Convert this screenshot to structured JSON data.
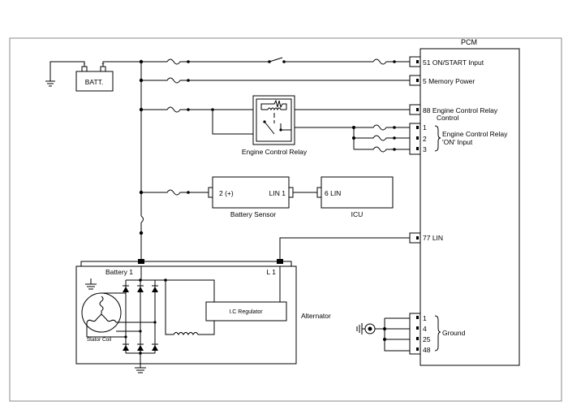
{
  "components": {
    "battery": "BATT.",
    "battery_plus": "+",
    "battery_minus": "-",
    "pcm": "PCM",
    "relay": "Engine Control Relay",
    "battery_sensor": "Battery Sensor",
    "icu": "ICU",
    "alternator": "Alternator",
    "ic_regulator": "I.C Regulator",
    "stator_coil": "Stator Coil"
  },
  "pins": {
    "pcm_51": "51 ON/START Input",
    "pcm_5": "5 Memory Power",
    "pcm_88_line1": "88 Engine Control Relay",
    "pcm_88_line2": "Control",
    "pcm_1": "1",
    "pcm_2": "2",
    "pcm_3": "3",
    "relay_on_input_line1": "Engine Control Relay",
    "relay_on_input_line2": "'ON' Input",
    "pcm_77": "77 LIN",
    "gnd_1": "1",
    "gnd_4": "4",
    "gnd_25": "25",
    "gnd_48": "48",
    "ground": "Ground",
    "sensor_pos": "2 (+)",
    "sensor_lin": "LIN 1",
    "icu_lin": "6 LIN",
    "alt_battery": "Battery 1",
    "alt_l": "L 1"
  }
}
